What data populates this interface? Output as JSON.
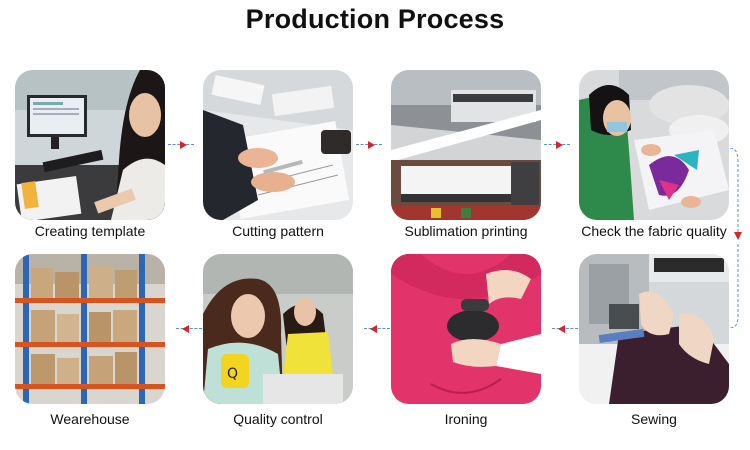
{
  "title": "Production Process",
  "colors": {
    "arrow_head": "#d9222a",
    "connector": "#5a8fd0"
  },
  "steps": [
    {
      "label": "Creating template",
      "icon": "computer-workstation-photo"
    },
    {
      "label": "Cutting pattern",
      "icon": "scissors-cutting-photo"
    },
    {
      "label": "Sublimation printing",
      "icon": "printing-machine-photo"
    },
    {
      "label": "Check the fabric quality",
      "icon": "fabric-inspection-photo"
    },
    {
      "label": "Sewing",
      "icon": "sewing-machine-photo"
    },
    {
      "label": "Ironing",
      "icon": "iron-photo"
    },
    {
      "label": "Quality control",
      "icon": "inspection-worker-photo"
    },
    {
      "label": "Wearehouse",
      "icon": "warehouse-shelves-photo"
    }
  ]
}
